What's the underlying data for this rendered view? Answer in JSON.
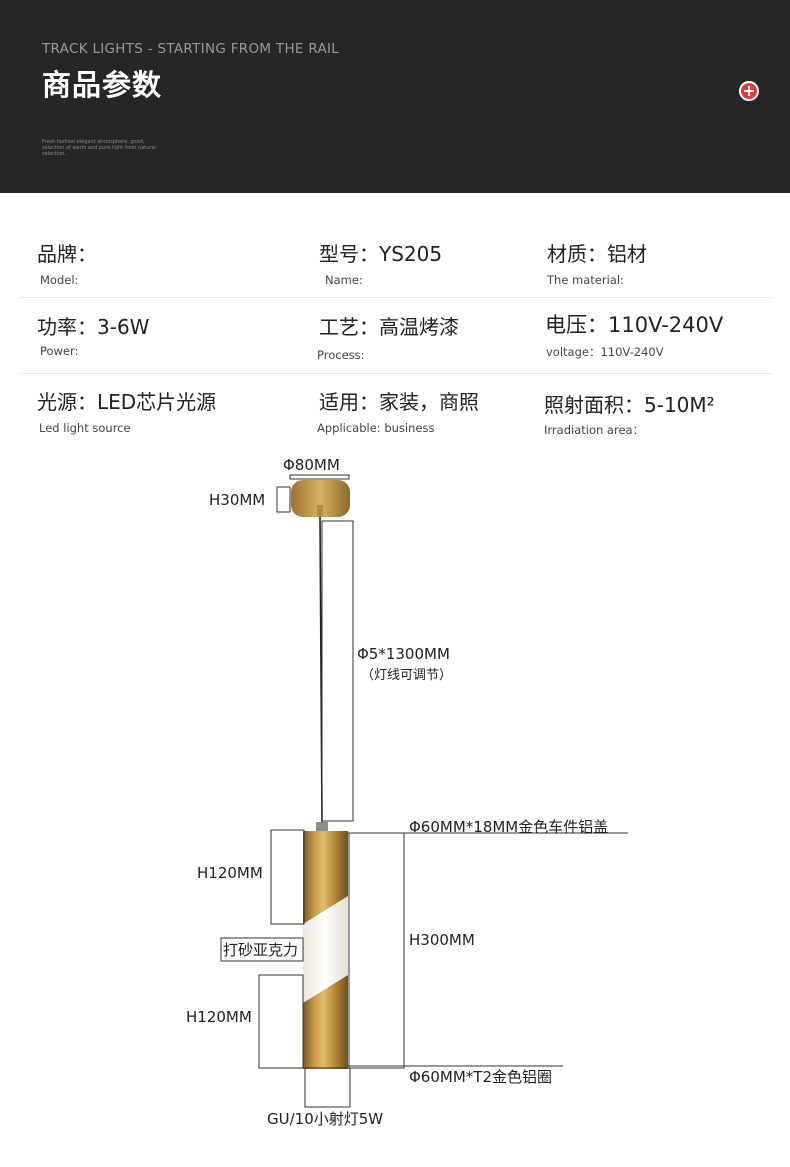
{
  "header": {
    "subtitle": "TRACK LIGHTS - STARTING FROM THE RAIL",
    "title": "商品参数",
    "small_text": "Fresh fashion elegant atmosphere, good, selection of warm and pure light from natural selection,"
  },
  "specs": {
    "brand": {
      "cn": "品牌：",
      "en": "Model:"
    },
    "model": {
      "cn": "型号：YS205",
      "en": "Name:"
    },
    "material": {
      "cn": "材质：铝材",
      "en": "The material:"
    },
    "power": {
      "cn": "功率：3-6W",
      "en": "Power:"
    },
    "process": {
      "cn": "工艺：高温烤漆",
      "en": "Process:"
    },
    "voltage": {
      "cn": "电压：110V-240V",
      "en": "voltage：110V-240V"
    },
    "light_source": {
      "cn": "光源：LED芯片光源",
      "en": "Led light source"
    },
    "applicable": {
      "cn": "适用：家装，商照",
      "en": "Applicable: business"
    },
    "area": {
      "cn": "照射面积：5-10M²",
      "en": "Irradiation area："
    }
  },
  "diagram": {
    "canopy_diameter": "Φ80MM",
    "canopy_height": "H30MM",
    "cable": "Φ5*1300MM",
    "cable_note": "（灯线可调节）",
    "top_cap": "Φ60MM*18MM金色车件铝盖",
    "upper_height": "H120MM",
    "total_height": "H300MM",
    "diffuser": "打砂亚克力",
    "lower_height": "H120MM",
    "bottom_ring": "Φ60MM*T2金色铝圈",
    "lamp": "GU/10小射灯5W"
  }
}
